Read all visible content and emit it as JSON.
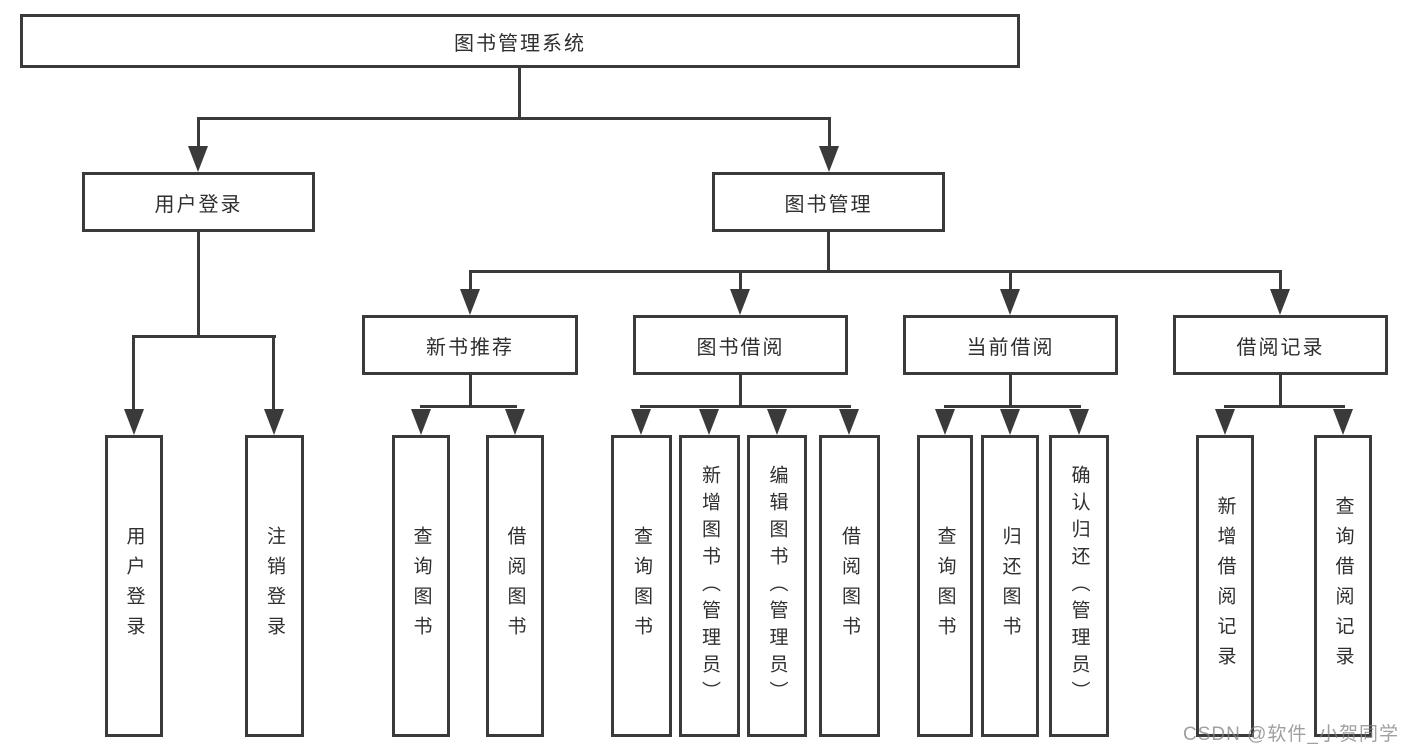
{
  "diagram": {
    "title": "图书管理系统",
    "watermark": "CSDN @软件_小贺同学",
    "colors": {
      "background": "#ffffff",
      "box_border": "#3a3a3a",
      "connector_line": "#3a3a3a",
      "text": "#2f2f2f",
      "watermark_text": "#808080"
    },
    "tree": {
      "root": {
        "label": "图书管理系统"
      },
      "level2": [
        {
          "label": "用户登录",
          "children": [
            {
              "label": "用户登录"
            },
            {
              "label": "注销登录"
            }
          ]
        },
        {
          "label": "图书管理",
          "children": [
            {
              "label": "新书推荐",
              "children": [
                {
                  "label": "查询图书"
                },
                {
                  "label": "借阅图书"
                }
              ]
            },
            {
              "label": "图书借阅",
              "children": [
                {
                  "label": "查询图书"
                },
                {
                  "label": "新增图书（管理员）"
                },
                {
                  "label": "编辑图书（管理员）"
                },
                {
                  "label": "借阅图书"
                }
              ]
            },
            {
              "label": "当前借阅",
              "children": [
                {
                  "label": "查询图书"
                },
                {
                  "label": "归还图书"
                },
                {
                  "label": "确认归还（管理员）"
                }
              ]
            },
            {
              "label": "借阅记录",
              "children": [
                {
                  "label": "新增借阅记录"
                },
                {
                  "label": "查询借阅记录"
                }
              ]
            }
          ]
        }
      ]
    }
  }
}
